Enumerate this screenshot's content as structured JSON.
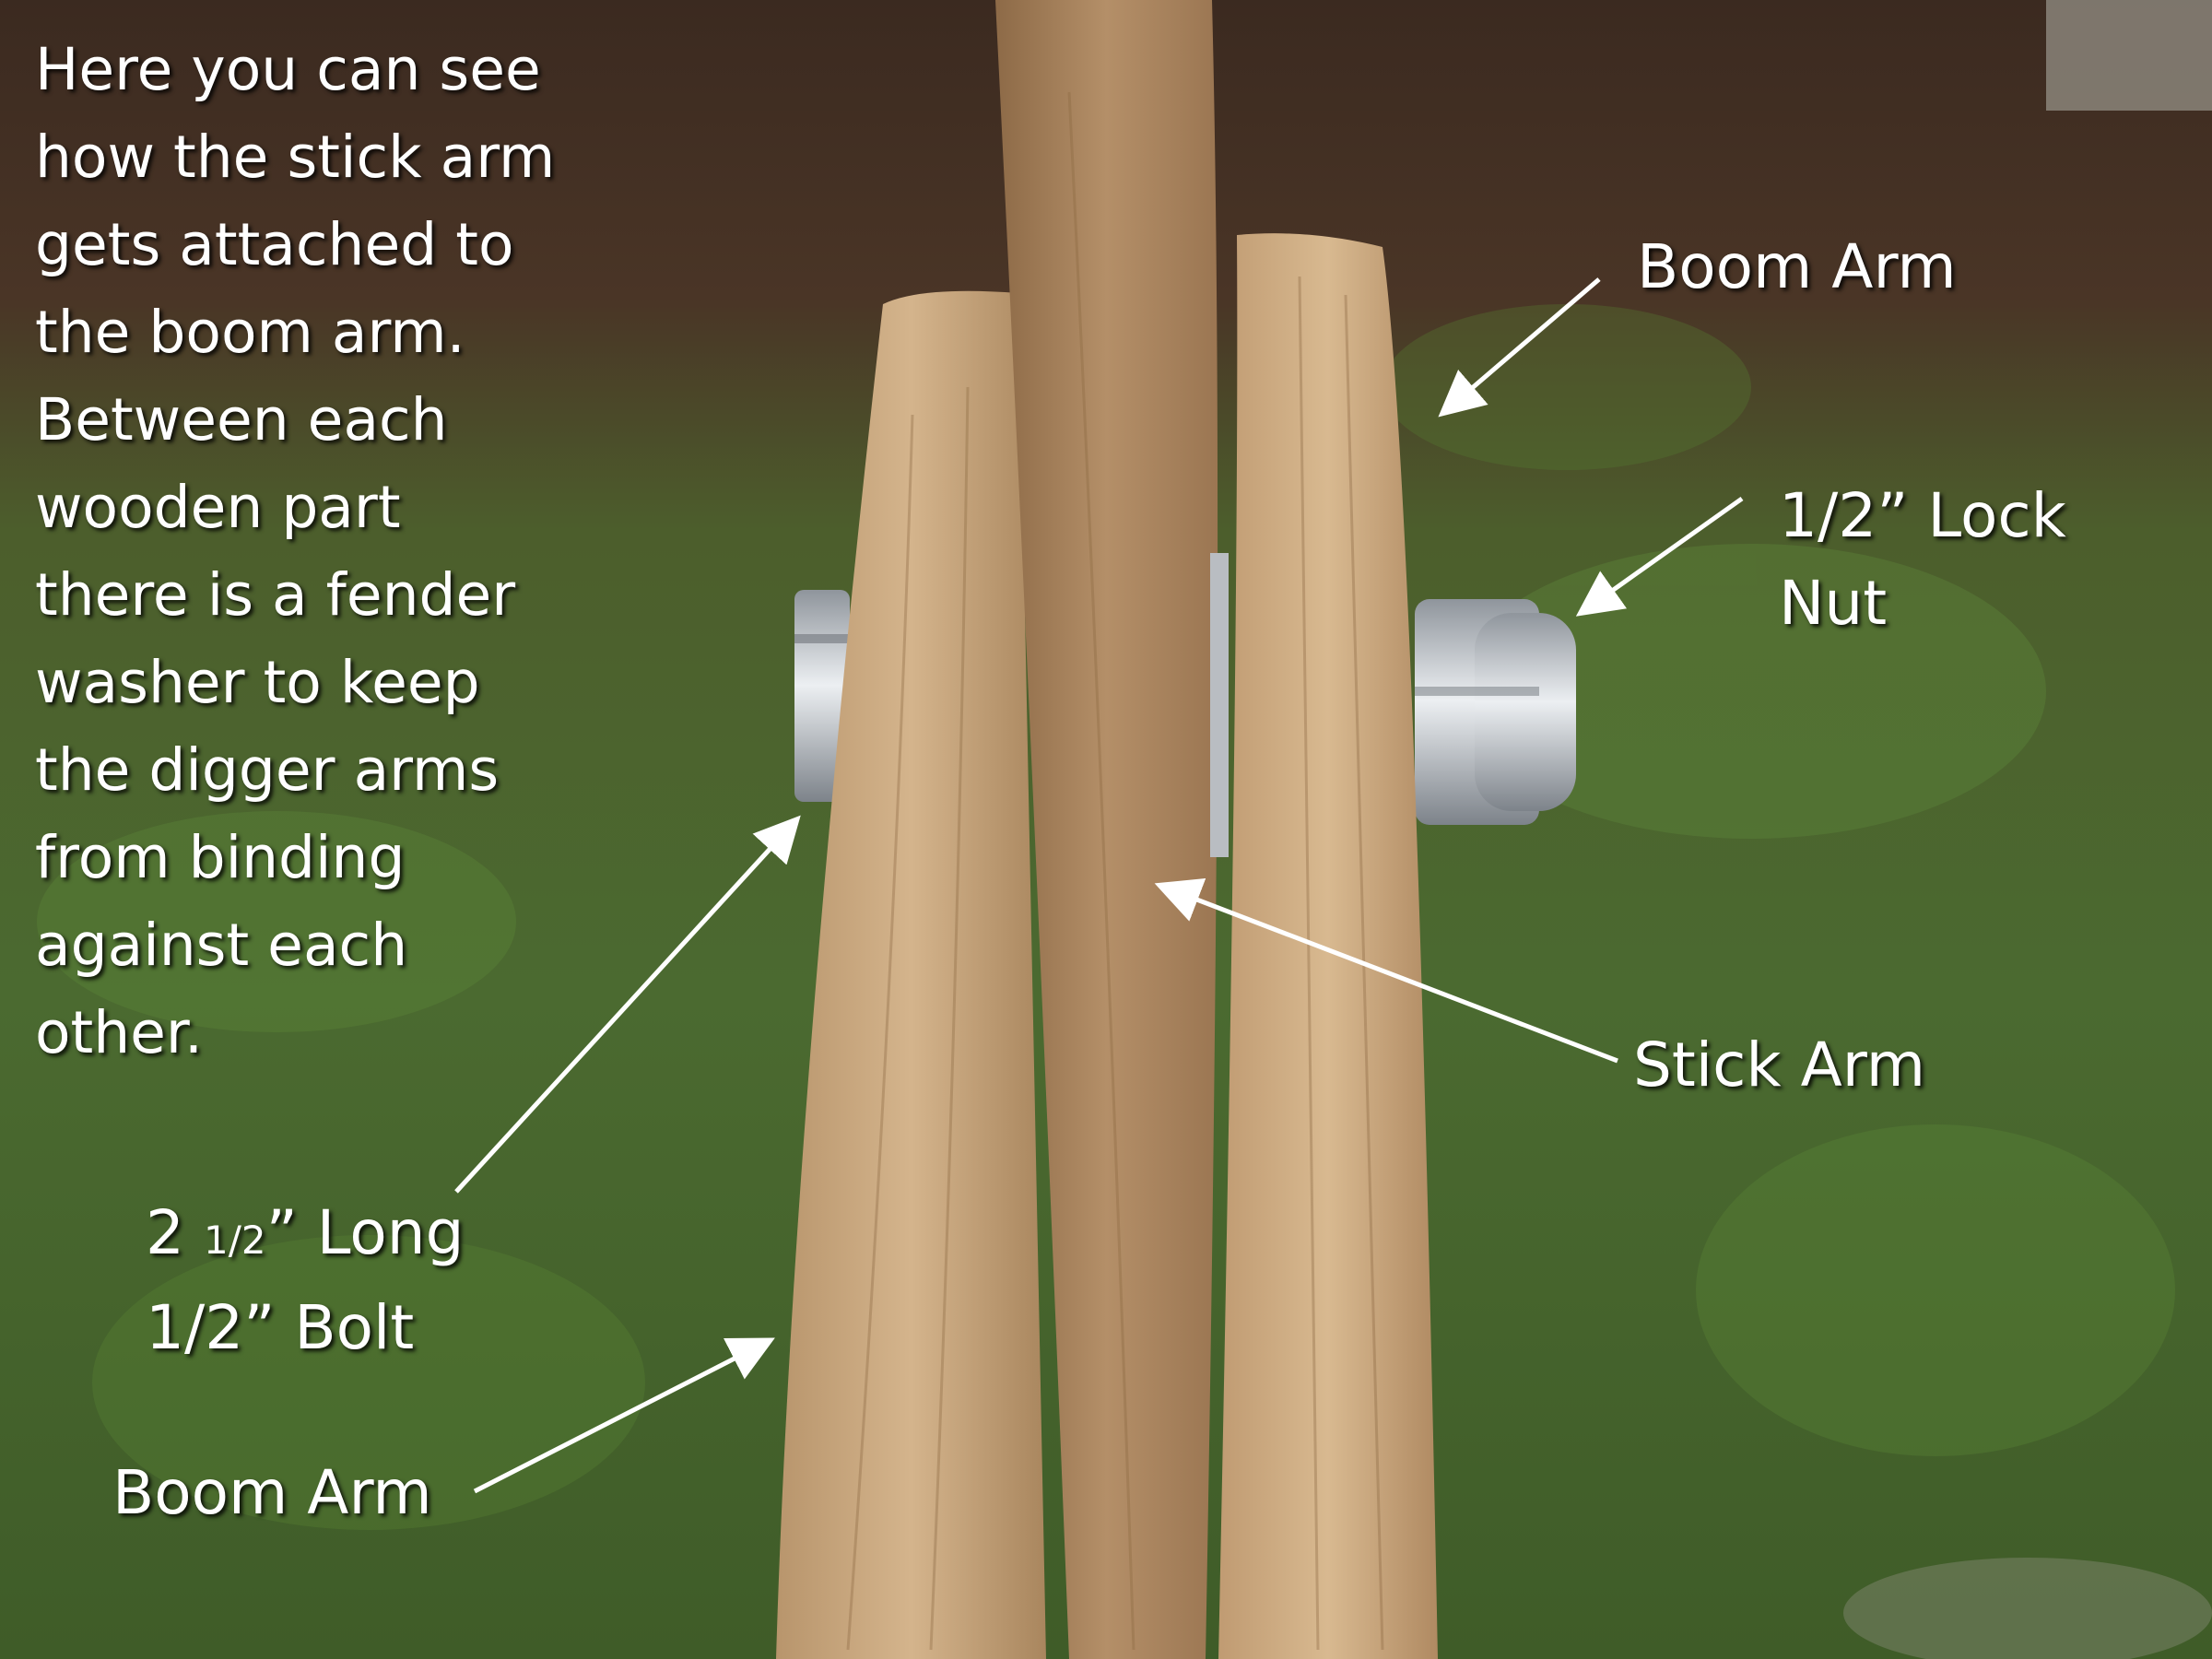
{
  "caption_lines": [
    "Here you can see",
    "how the stick arm",
    "gets attached to",
    "the boom arm.",
    "Between each",
    "wooden part",
    "there is a fender",
    "washer to keep",
    "the digger arms",
    "from binding",
    "against each",
    "other."
  ],
  "labels": {
    "boom_arm_top": "Boom Arm",
    "lock_nut_line1": "1/2” Lock",
    "lock_nut_line2": "Nut",
    "stick_arm": "Stick Arm",
    "bolt_line1_a": "2 ",
    "bolt_line1_frac": "1/2",
    "bolt_line1_b": "” Long",
    "bolt_line2": "1/2” Bolt",
    "boom_arm_bottom": "Boom Arm"
  },
  "colors": {
    "label_text": "#ffffff",
    "grass": "#4d6b32",
    "soil": "#4a3526",
    "wood": "#c9a57c",
    "metal": "#c9ccd0"
  },
  "icons": [
    "arrow-icon"
  ]
}
